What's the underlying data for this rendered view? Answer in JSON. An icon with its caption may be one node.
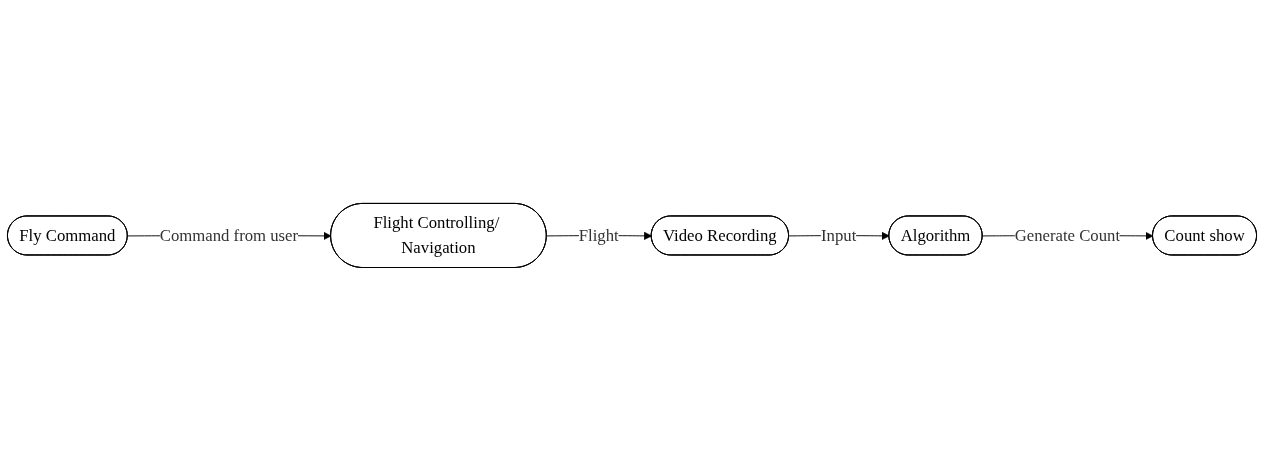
{
  "diagram": {
    "nodes": [
      {
        "text": [
          "Fly Command"
        ]
      },
      {
        "text": [
          "Flight Controlling/ Navigation"
        ]
      },
      {
        "text": [
          "Video Recording"
        ]
      },
      {
        "text": [
          "Algorithm"
        ]
      },
      {
        "text": [
          "Count show"
        ]
      }
    ],
    "edges": [
      {
        "from": 0,
        "to": 1,
        "arrow": "to",
        "label": "Command from user"
      },
      {
        "from": 1,
        "to": 2,
        "arrow": "to",
        "label": "Flight"
      },
      {
        "from": 2,
        "to": 3,
        "arrow": "to",
        "label": "Input"
      },
      {
        "from": 3,
        "to": 4,
        "arrow": "to",
        "label": "Generate Count"
      }
    ]
  }
}
